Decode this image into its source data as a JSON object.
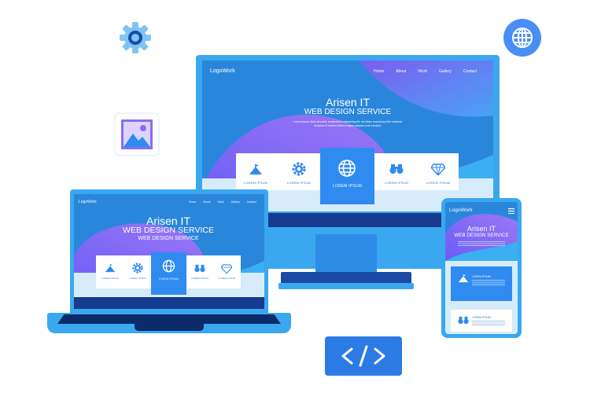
{
  "colors": {
    "bg": "#ffffff",
    "screen_blue": "#3aa8ef",
    "dark_blue": "#1b4aa6",
    "navy": "#0d2a6b",
    "purple": "#8a6cf2",
    "card_blue": "#2f8bf0"
  },
  "desktop": {
    "logo": "LogoWork",
    "nav": [
      "Home",
      "About",
      "Work",
      "Gallery",
      "Contact"
    ],
    "title": "Arisen IT",
    "subtitle": "WEB DESIGN SERVICE",
    "body": "Lorem ipsum dolor sit amet, consectetur adipiscing elit, sed diam nonummy nibh euismod tincidunt ut laoreet dolore magna aliquam erat volutpat.",
    "cards": [
      {
        "icon": "mountain-icon",
        "label": "LOREM IPSUM"
      },
      {
        "icon": "gear-icon",
        "label": "LOREM IPSUM"
      },
      {
        "icon": "globe-icon",
        "label": "LOREM IPSUM"
      },
      {
        "icon": "binoculars-icon",
        "label": "LOREM IPSUM"
      },
      {
        "icon": "diamond-icon",
        "label": "LOREM IPSUM"
      }
    ]
  },
  "laptop": {
    "logo": "LogoWork",
    "nav": [
      "Home",
      "About",
      "Work",
      "Gallery",
      "Contact"
    ],
    "title": "Arisen IT",
    "subtitle": "WEB DESIGN SERVICE",
    "subtitle_echo": "WEB DESIGN SERVICE",
    "cards": [
      {
        "icon": "mountain-icon",
        "label": "LOREM IPSUM"
      },
      {
        "icon": "gear-icon",
        "label": "LOREM IPSUM"
      },
      {
        "icon": "globe-icon",
        "label": "LOREM IPSUM"
      },
      {
        "icon": "binoculars-icon",
        "label": "LOREM IPSUM"
      },
      {
        "icon": "diamond-icon",
        "label": "LOREM IPSUM"
      }
    ]
  },
  "phone": {
    "logo": "LogoWork",
    "title": "Arisen IT",
    "subtitle": "WEB DESIGN SERVICE",
    "cards": [
      {
        "icon": "mountain-icon",
        "label": "LOREM IPSUM"
      },
      {
        "icon": "binoculars-icon",
        "label": "LOREM IPSUM"
      }
    ]
  },
  "floating_icons": [
    "gear-icon",
    "globe-icon",
    "image-icon",
    "code-icon"
  ],
  "code_badge": "</>"
}
